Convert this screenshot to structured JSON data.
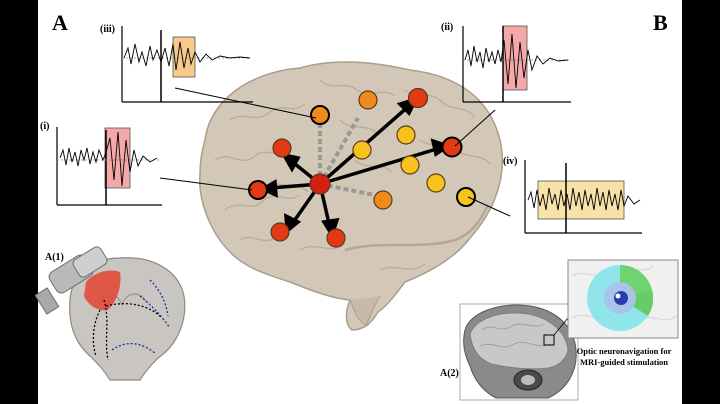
{
  "labels": {
    "panel_a": "A",
    "panel_b": "B",
    "trace_i": "(i)",
    "trace_ii": "(ii)",
    "trace_iii": "(iii)",
    "trace_iv": "(iv)",
    "a1": "A(1)",
    "a2": "A(2)"
  },
  "caption": {
    "line1": "Optic neuronavigation for",
    "line2": "MRI-guided stimulation"
  },
  "colors": {
    "background": "#000000",
    "panel": "#ffffff",
    "brain": "#d3c8b8",
    "node_red": "#e23a14",
    "node_orange": "#f08a1c",
    "node_yellow": "#f7c21c",
    "highlight_orange": "#f7c98a",
    "highlight_red": "#f5a8a8",
    "highlight_yellow": "#f7e3a8"
  }
}
